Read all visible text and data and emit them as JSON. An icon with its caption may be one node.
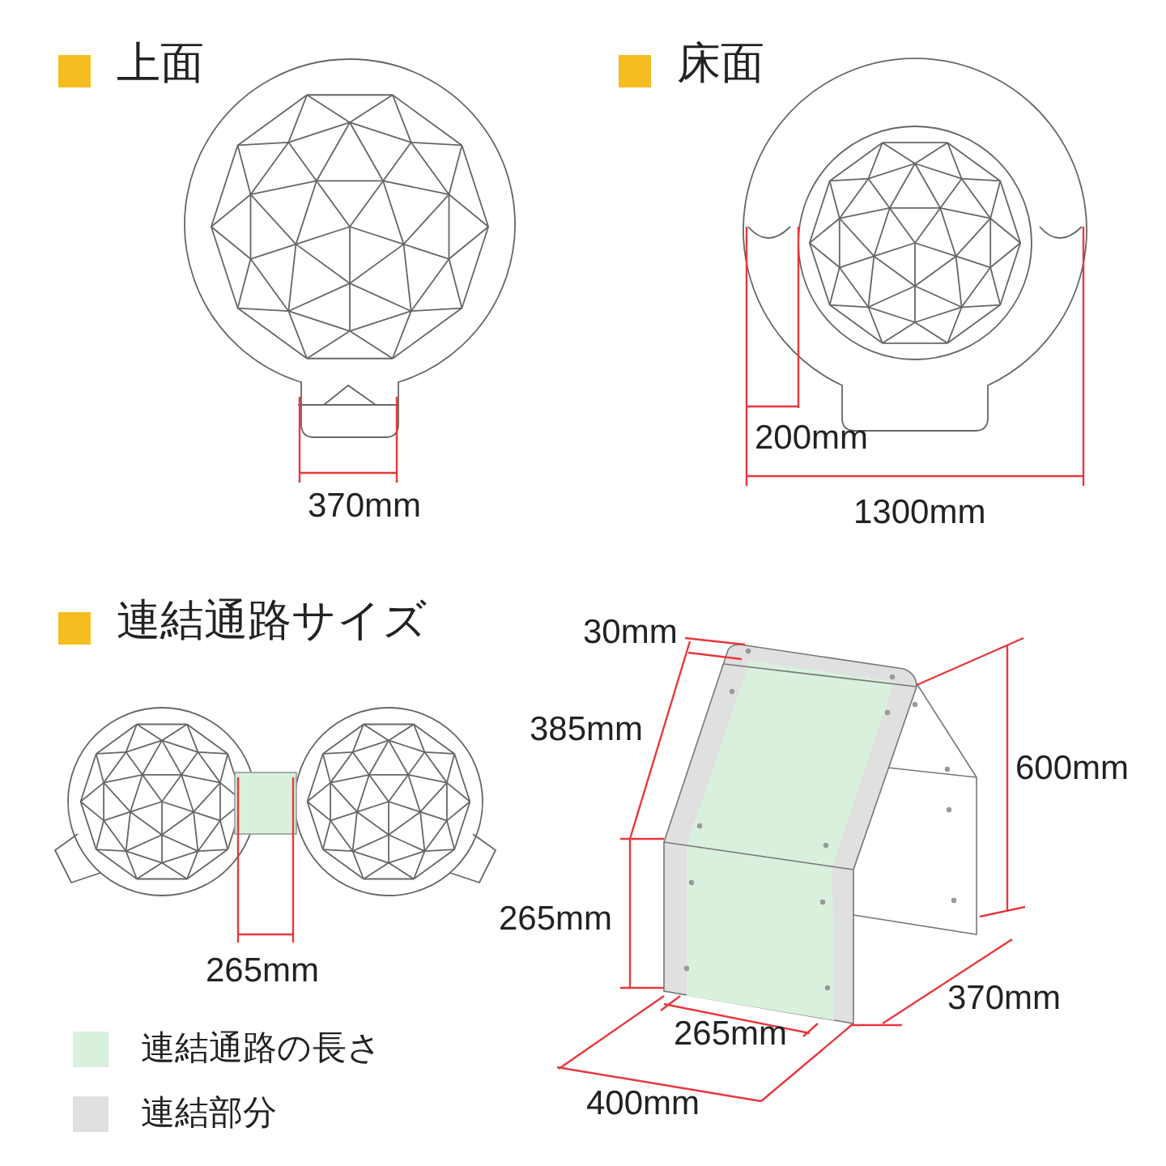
{
  "diagram": {
    "labels": [
      "上面",
      "床面",
      "370mm",
      "200mm",
      "1300mm",
      "連結通路サイズ",
      "30mm",
      "385mm",
      "600mm",
      "265mm",
      "265mm",
      "370mm",
      "265mm",
      "400mm"
    ],
    "legend": [
      {
        "text": "連結通路の長さ",
        "color": "#d8f0dc"
      },
      {
        "text": "連結部分",
        "color": "#e0e0e0"
      }
    ]
  }
}
